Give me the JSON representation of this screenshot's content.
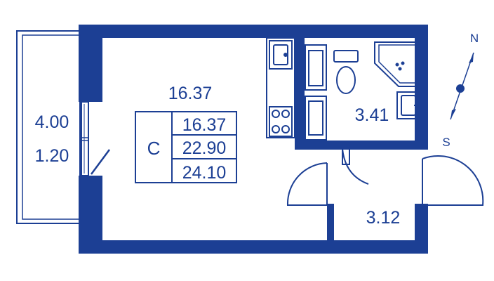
{
  "colors": {
    "wall": "#1c3f94",
    "fixture": "#1c3f94",
    "background": "#ffffff"
  },
  "rooms": {
    "main_room_area": "16.37",
    "bathroom_area": "3.41",
    "hallway_area": "3.12",
    "balcony_area": "4.00",
    "balcony_reduced_area": "1.20"
  },
  "area_table": {
    "unit_type": "C",
    "living_area": "16.37",
    "total_area": "22.90",
    "total_with_balcony": "24.10"
  },
  "compass": {
    "north": "N",
    "south": "S"
  },
  "icons": [
    "kitchen-sink-icon",
    "stove-icon",
    "washing-machine-icon",
    "toilet-icon",
    "shower-tray-icon",
    "washbasin-icon",
    "compass-icon"
  ]
}
